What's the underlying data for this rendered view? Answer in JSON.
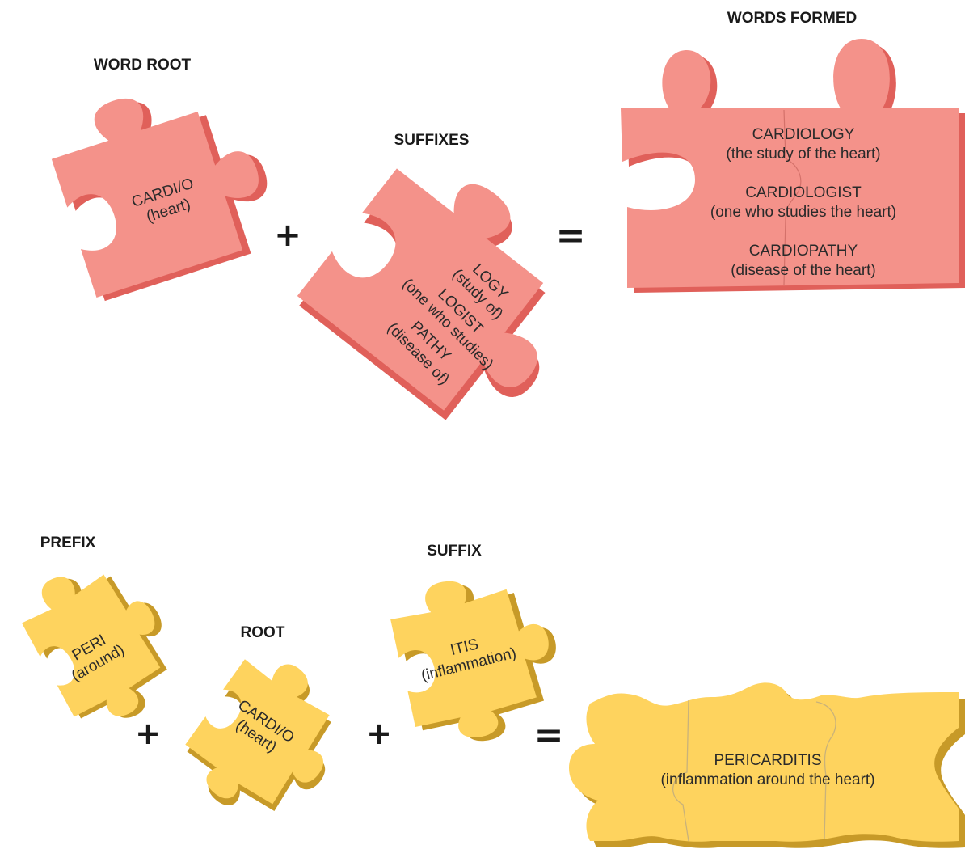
{
  "top": {
    "word_root_heading": "WORD ROOT",
    "suffixes_heading": "SUFFIXES",
    "words_formed_heading": "WORDS FORMED",
    "root_piece": {
      "term": "CARDI/O",
      "meaning": "(heart)"
    },
    "suffix_items": [
      {
        "term": "LOGY",
        "meaning": "(study of)"
      },
      {
        "term": "LOGIST",
        "meaning": "(one who studies)"
      },
      {
        "term": "PATHY",
        "meaning": "(disease of)"
      }
    ],
    "formed_words": [
      {
        "term": "CARDIOLOGY",
        "meaning": "(the study of the heart)"
      },
      {
        "term": "CARDIOLOGIST",
        "meaning": "(one who studies the heart)"
      },
      {
        "term": "CARDIOPATHY",
        "meaning": "(disease of the heart)"
      }
    ],
    "plus": "+",
    "equals": "="
  },
  "bottom": {
    "prefix_heading": "PREFIX",
    "root_heading": "ROOT",
    "suffix_heading": "SUFFIX",
    "prefix_piece": {
      "term": "PERI",
      "meaning": "(around)"
    },
    "root_piece": {
      "term": "CARDI/O",
      "meaning": "(heart)"
    },
    "suffix_piece": {
      "term": "ITIS",
      "meaning": "(inflammation)"
    },
    "result": {
      "term": "PERICARDITIS",
      "meaning": "(inflammation around the heart)"
    },
    "plus": "+",
    "equals": "="
  },
  "colors": {
    "pink_face": "#f4928a",
    "pink_side": "#e0605a",
    "yellow_face": "#fed35e",
    "yellow_side": "#c79a28",
    "seam": "#c9c9c9"
  }
}
